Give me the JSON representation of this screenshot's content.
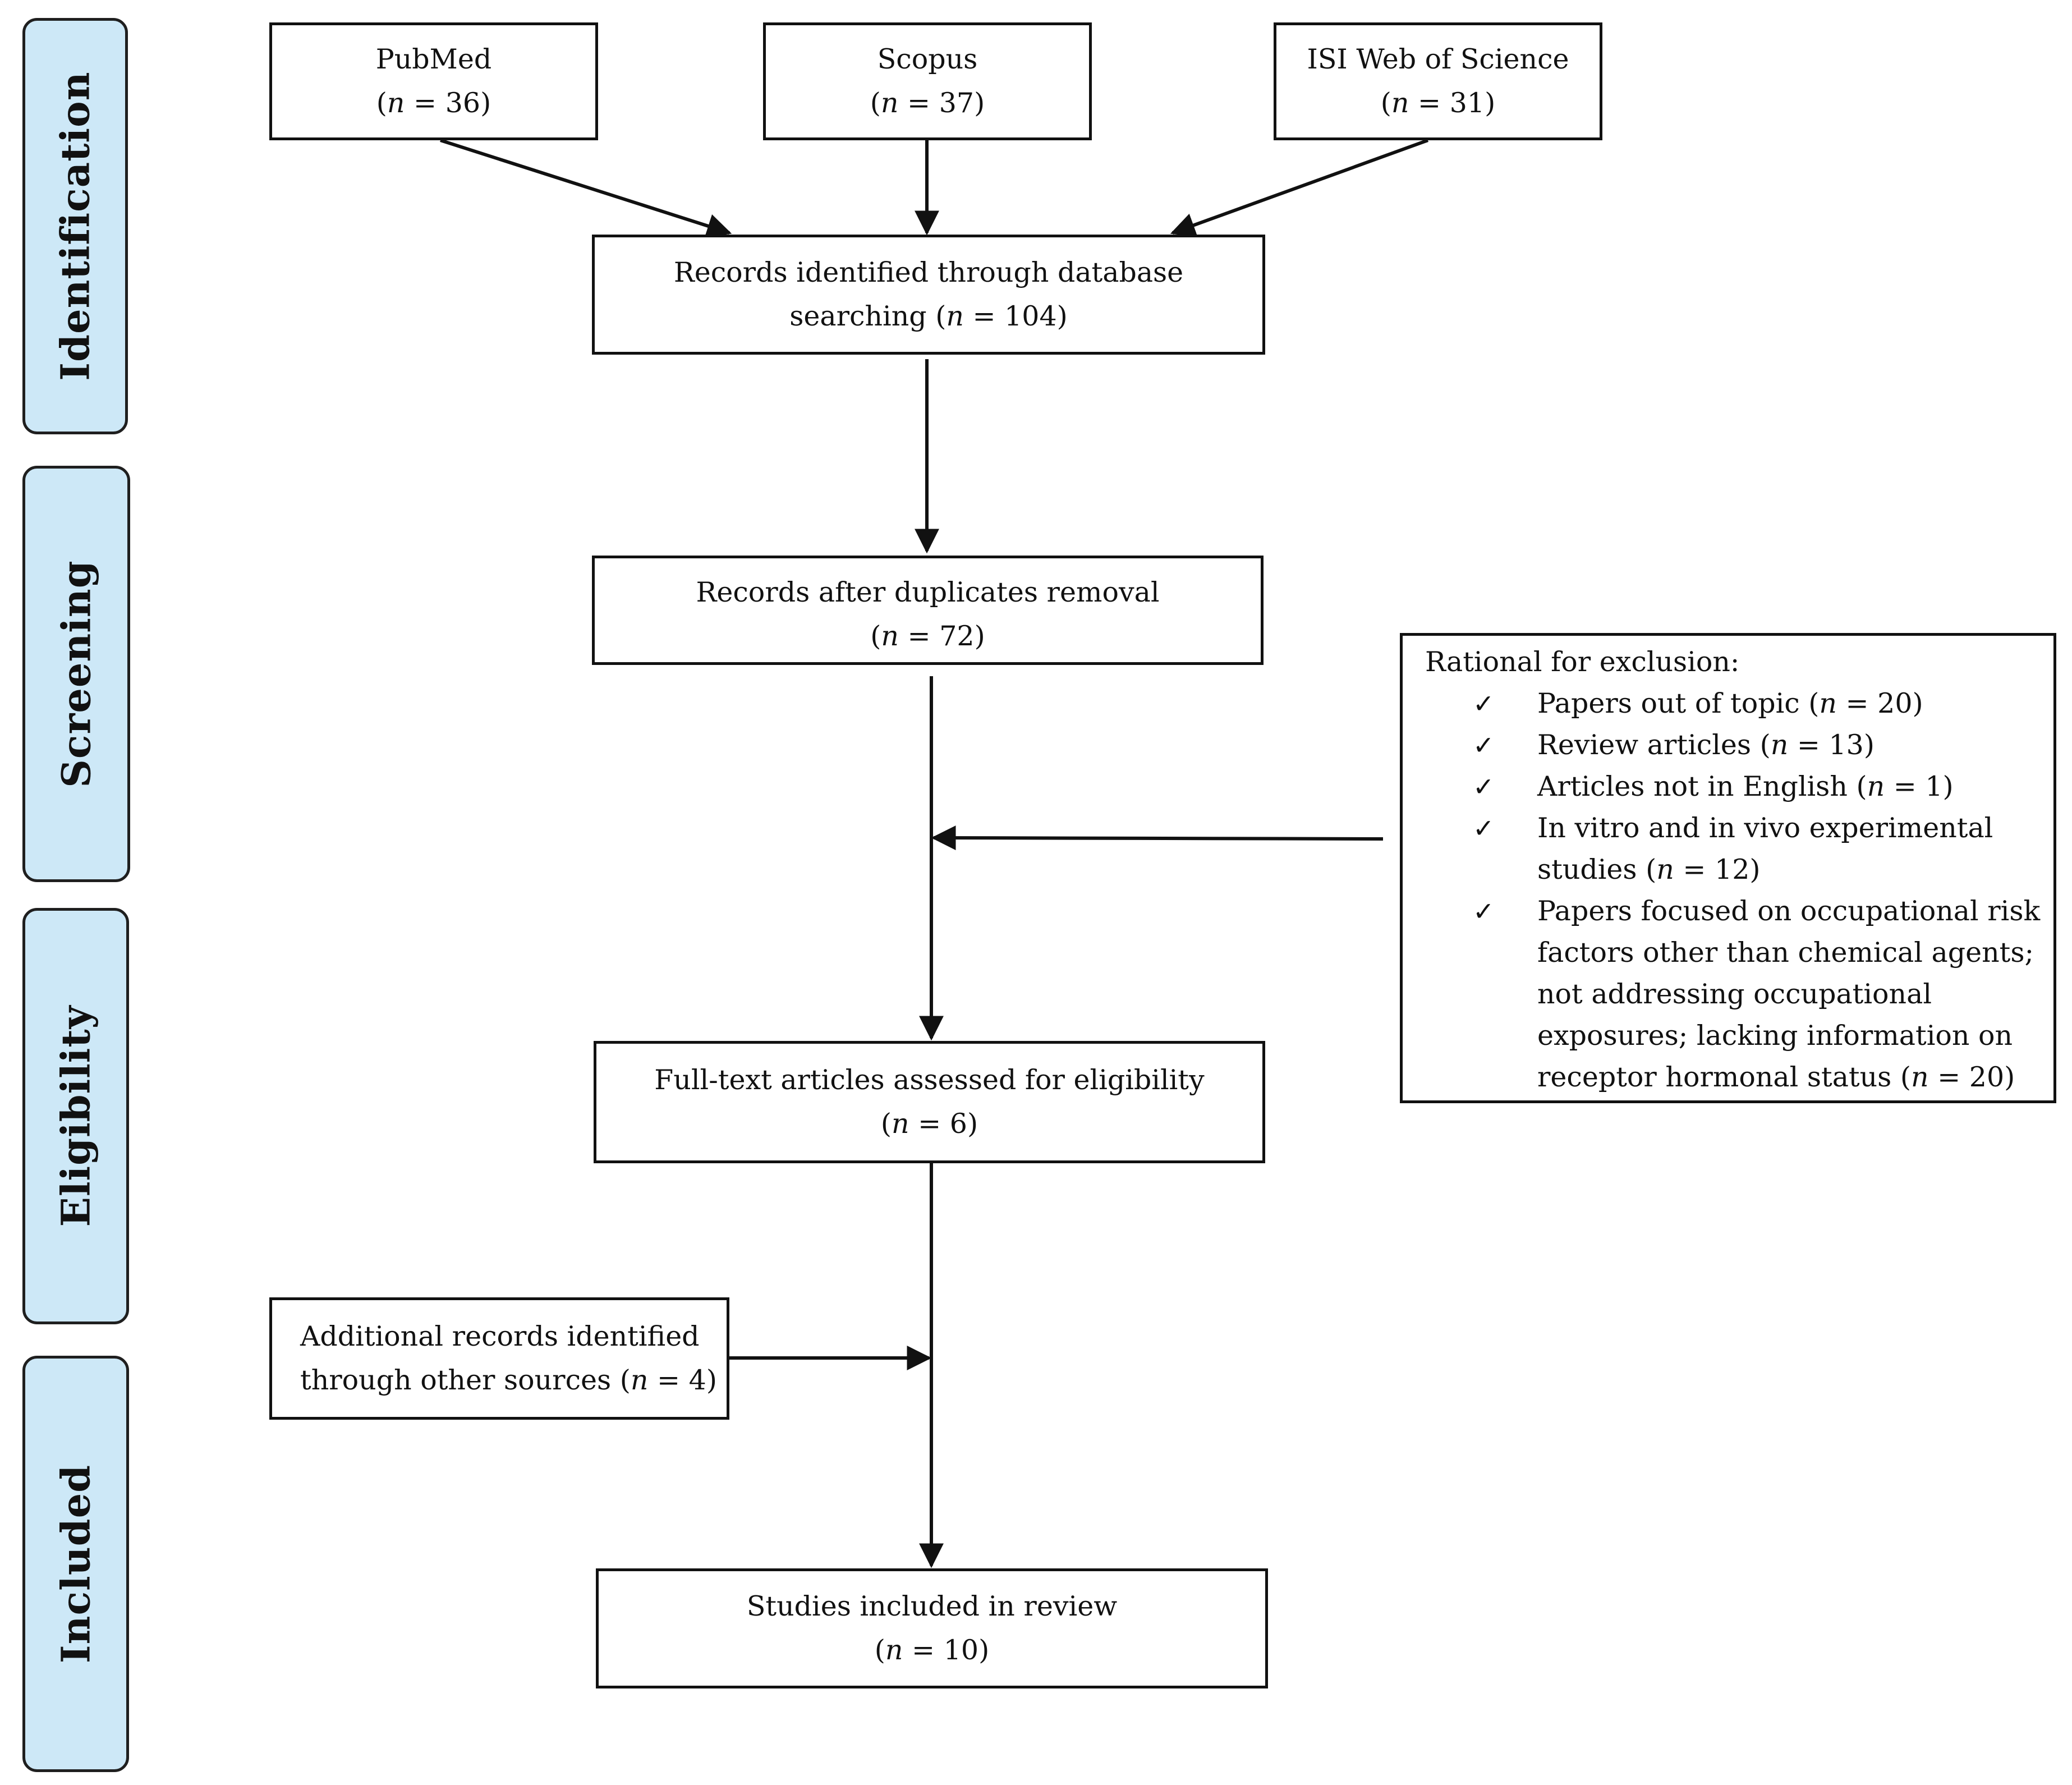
{
  "stages": [
    {
      "id": "identification",
      "label": "Identification"
    },
    {
      "id": "screening",
      "label": "Screening"
    },
    {
      "id": "eligibility",
      "label": "Eligibility"
    },
    {
      "id": "included",
      "label": "Included"
    }
  ],
  "sources": [
    {
      "name": "PubMed",
      "n": "36"
    },
    {
      "name": "Scopus",
      "n": "37"
    },
    {
      "name": "ISI Web of Science",
      "n": "31"
    }
  ],
  "records_identified": {
    "line1": "Records identified through database",
    "line2_prefix": "searching (",
    "n": "104"
  },
  "after_duplicates": {
    "line1": "Records after duplicates removal",
    "n": "72"
  },
  "exclusion": {
    "title": "Rational for exclusion:",
    "check_symbol": "✓",
    "items": [
      {
        "lines": [
          "Papers out of topic (n = 20)"
        ]
      },
      {
        "lines": [
          "Review articles (n = 13)"
        ]
      },
      {
        "lines": [
          "Articles not in English (n = 1)"
        ]
      },
      {
        "lines": [
          "In vitro and in vivo experimental",
          "studies (n = 12)"
        ]
      },
      {
        "lines": [
          "Papers focused on occupational risk",
          "factors other than chemical agents;",
          "not addressing occupational",
          "exposures; lacking information on",
          "receptor hormonal status (n = 20)"
        ]
      }
    ]
  },
  "full_text": {
    "line1": "Full-text articles assessed for eligibility",
    "n": "6"
  },
  "additional": {
    "line1": "Additional records identified",
    "line2_prefix": "through other sources (",
    "n": "4"
  },
  "included": {
    "line1": "Studies included in review",
    "n": "10"
  },
  "n_symbol": "n",
  "colors": {
    "stage_fill": "#cde8f7",
    "border": "#111111"
  }
}
